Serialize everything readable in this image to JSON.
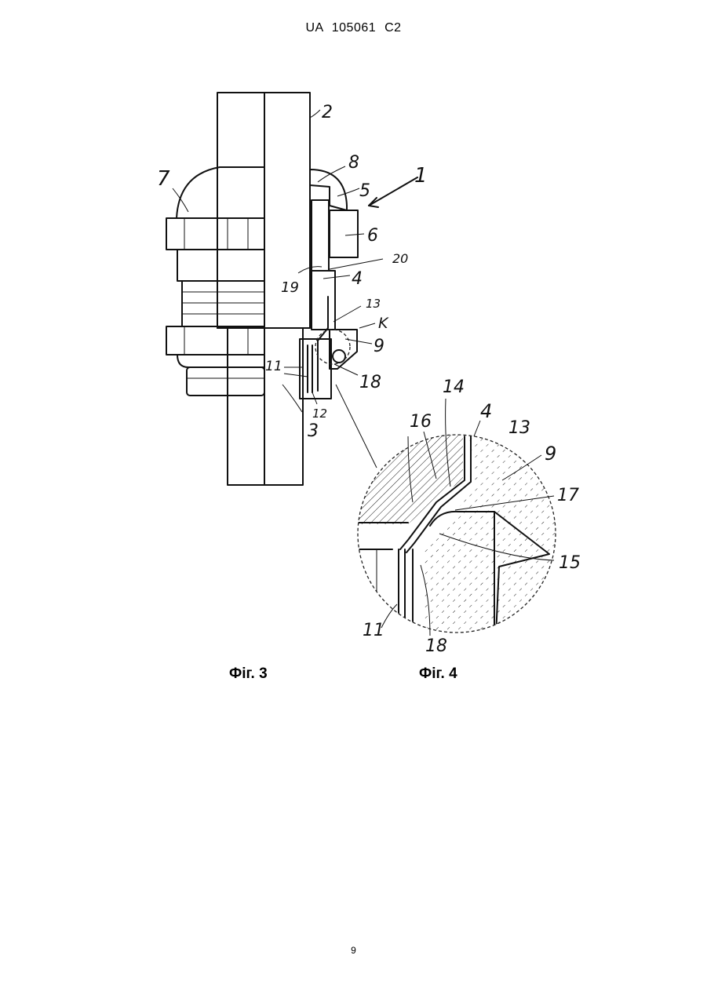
{
  "header": {
    "text": "UA   105061   C2"
  },
  "figures": {
    "fig3": {
      "caption": "Фіг. 3",
      "labels": [
        "1",
        "2",
        "3",
        "4",
        "5",
        "6",
        "7",
        "8",
        "9",
        "11",
        "12",
        "13",
        "18",
        "19",
        "20",
        "K"
      ]
    },
    "fig4": {
      "caption": "Фіг. 4",
      "labels": [
        "4",
        "9",
        "11",
        "13",
        "14",
        "15",
        "16",
        "17",
        "18"
      ]
    }
  },
  "page": {
    "number": "9"
  }
}
